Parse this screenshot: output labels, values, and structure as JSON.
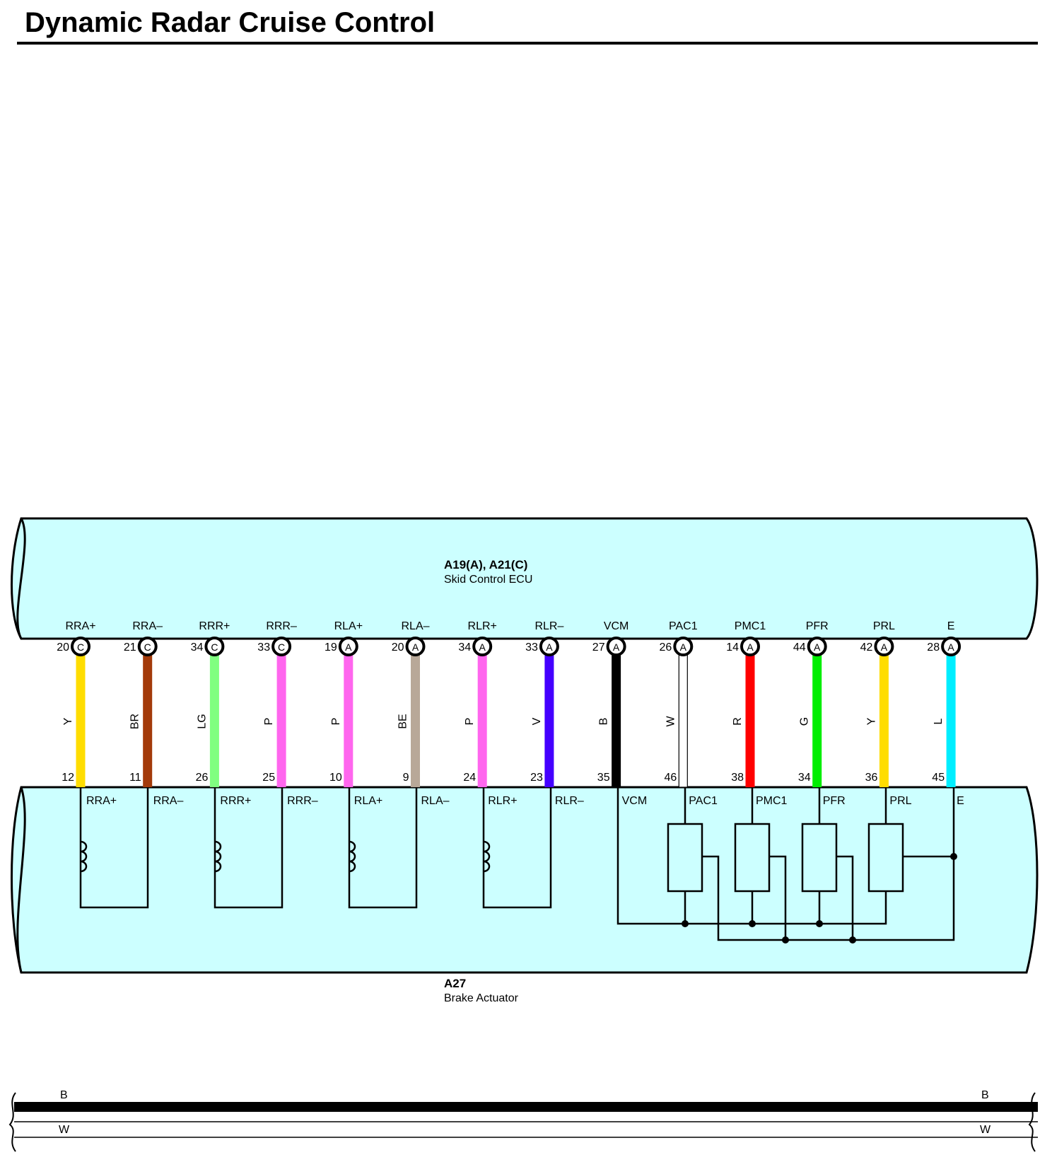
{
  "title": "Dynamic Radar Cruise Control",
  "ecu": {
    "code": "A19(A), A21(C)",
    "name": "Skid Control ECU",
    "fill": "#ccffff"
  },
  "actuator": {
    "code": "A27",
    "name": "Brake Actuator",
    "fill": "#ccffff"
  },
  "wires": [
    {
      "signal": "RRA+",
      "ecu_pin": "20",
      "connector": "C",
      "color_code": "Y",
      "color": "#ffdd00",
      "act_pin": "12"
    },
    {
      "signal": "RRA–",
      "ecu_pin": "21",
      "connector": "C",
      "color_code": "BR",
      "color": "#a33a0a",
      "act_pin": "11"
    },
    {
      "signal": "RRR+",
      "ecu_pin": "34",
      "connector": "C",
      "color_code": "LG",
      "color": "#80ff80",
      "act_pin": "26"
    },
    {
      "signal": "RRR–",
      "ecu_pin": "33",
      "connector": "C",
      "color_code": "P",
      "color": "#ff66ee",
      "act_pin": "25"
    },
    {
      "signal": "RLA+",
      "ecu_pin": "19",
      "connector": "A",
      "color_code": "P",
      "color": "#ff66ee",
      "act_pin": "10"
    },
    {
      "signal": "RLA–",
      "ecu_pin": "20",
      "connector": "A",
      "color_code": "BE",
      "color": "#b8a898",
      "act_pin": "9"
    },
    {
      "signal": "RLR+",
      "ecu_pin": "34",
      "connector": "A",
      "color_code": "P",
      "color": "#ff66ee",
      "act_pin": "24"
    },
    {
      "signal": "RLR–",
      "ecu_pin": "33",
      "connector": "A",
      "color_code": "V",
      "color": "#4400ff",
      "act_pin": "23"
    },
    {
      "signal": "VCM",
      "ecu_pin": "27",
      "connector": "A",
      "color_code": "B",
      "color": "#000000",
      "act_pin": "35"
    },
    {
      "signal": "PAC1",
      "ecu_pin": "26",
      "connector": "A",
      "color_code": "W",
      "color": "#ffffff",
      "act_pin": "46"
    },
    {
      "signal": "PMC1",
      "ecu_pin": "14",
      "connector": "A",
      "color_code": "R",
      "color": "#ff0000",
      "act_pin": "38"
    },
    {
      "signal": "PFR",
      "ecu_pin": "44",
      "connector": "A",
      "color_code": "G",
      "color": "#00ee00",
      "act_pin": "34"
    },
    {
      "signal": "PRL",
      "ecu_pin": "42",
      "connector": "A",
      "color_code": "Y",
      "color": "#ffdd00",
      "act_pin": "36"
    },
    {
      "signal": "E",
      "ecu_pin": "28",
      "connector": "A",
      "color_code": "L",
      "color": "#00eeff",
      "act_pin": "45"
    }
  ],
  "legend": {
    "black_label": "B",
    "white_label": "W"
  }
}
